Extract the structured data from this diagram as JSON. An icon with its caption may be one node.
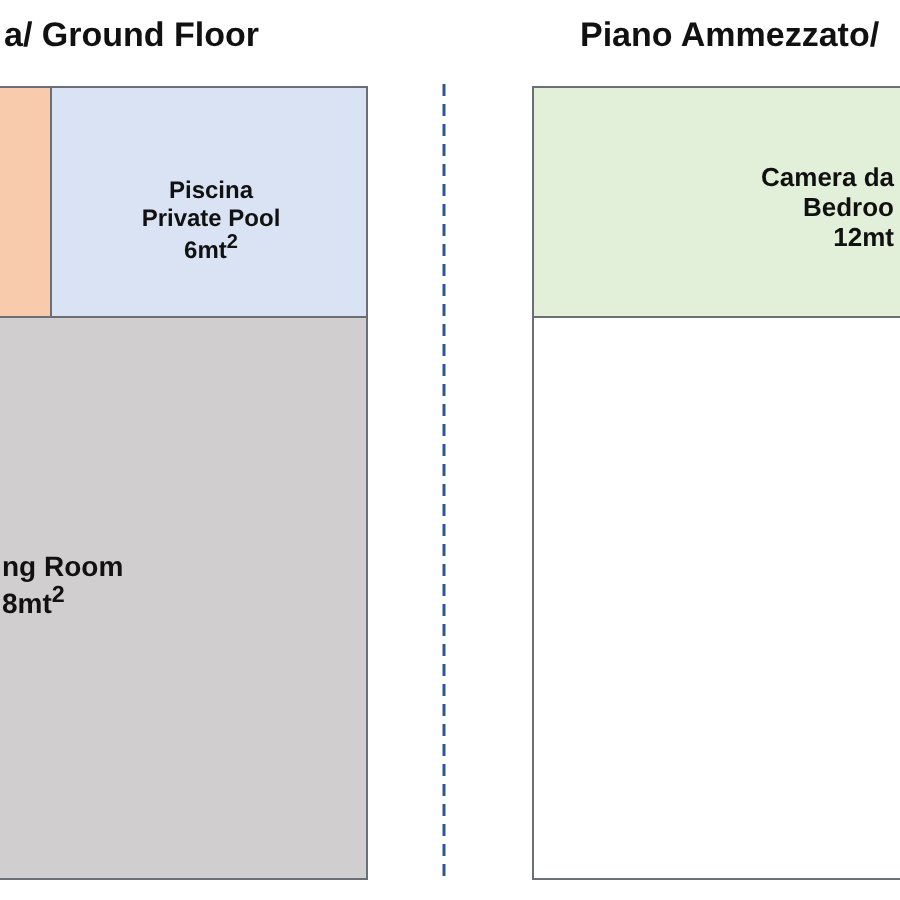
{
  "diagram": {
    "nodes": [
      {
        "text": [],
        "shape": "box"
      },
      {
        "text": [
          "Piscina",
          "Private Pool",
          "6mt$^{2}$"
        ]
      },
      {
        "text": [
          "ng Room",
          "8mt$^{2}$"
        ]
      },
      {
        "text": [
          "Camera da",
          "Bedroo",
          "12mt"
        ]
      },
      {
        "text": [],
        "shape": "box"
      }
    ],
    "edges": [],
    "labels": [
      "a/ Ground Floor",
      "Piano Ammezzato/"
    ]
  }
}
